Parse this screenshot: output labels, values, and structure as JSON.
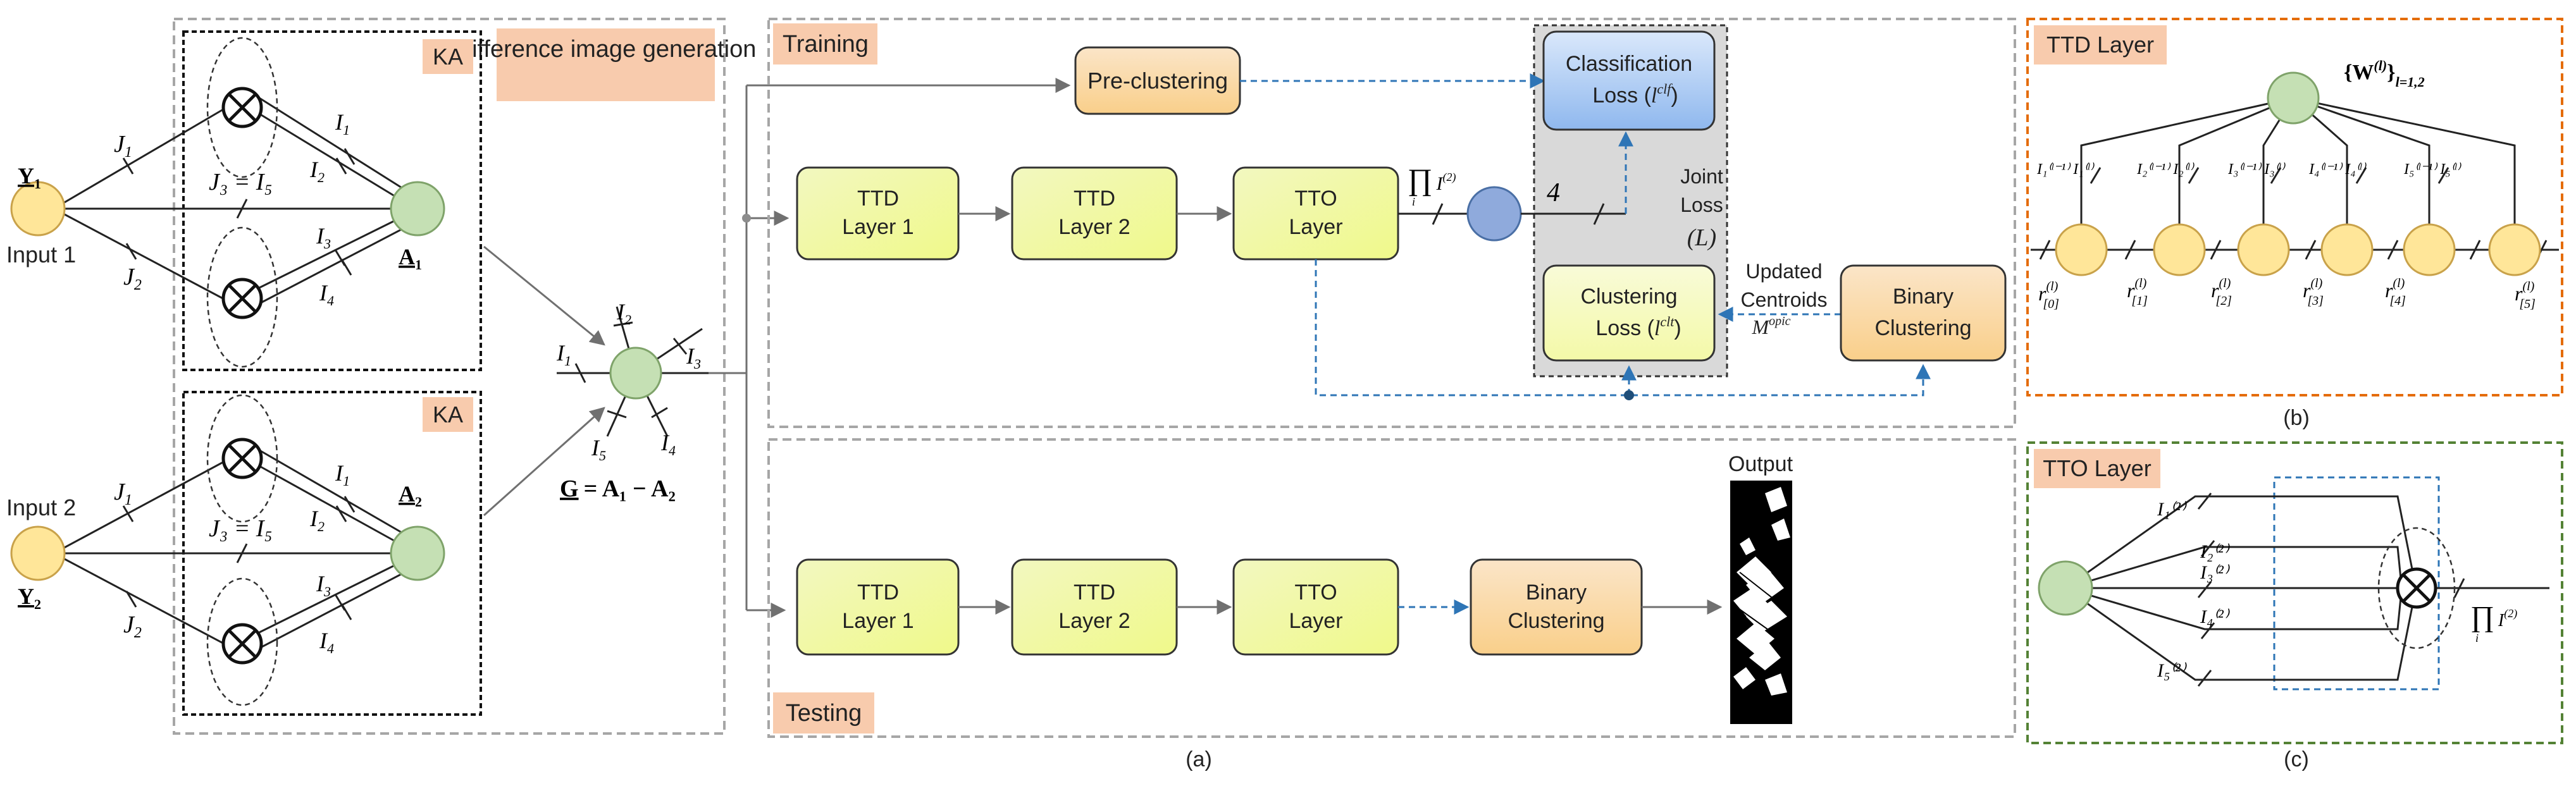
{
  "panel_labels": {
    "a": "(a)",
    "b": "(b)",
    "c": "(c)"
  },
  "left": {
    "diff_title": "Difference image generation",
    "ka_top": "KA",
    "ka_bottom": "KA",
    "input1": "Input 1",
    "input2": "Input 2",
    "Y": "Y",
    "J": "J",
    "I": "I",
    "A": "A",
    "G": "G",
    "j3_eq_i5": "J₃ = I₅",
    "g_eq": "= A₁ − A₂",
    "sub1": "1",
    "sub2": "2",
    "sub3": "3",
    "sub4": "4",
    "sub5": "5"
  },
  "training": {
    "tag": "Training",
    "preclustering": "Pre-clustering",
    "ttd1_l1": "TTD",
    "ttd1_l2": "Layer 1",
    "ttd2_l1": "TTD",
    "ttd2_l2": "Layer 2",
    "tto_l1": "TTO",
    "tto_l2": "Layer",
    "prod": "∏",
    "prod_i": "I",
    "prod_sup": "(2)",
    "prod_sub": "i",
    "four": "4",
    "class_l1": "Classification",
    "class_l2": "Loss (",
    "class_l": "l",
    "class_sup": "clf",
    "clust_l1": "Clustering",
    "clust_l2": "Loss (",
    "clust_l": "l",
    "clust_sup": "clt",
    "close_paren": ")",
    "joint_l1": "Joint",
    "joint_l2": "Loss",
    "joint_L": "(L)",
    "updated": "Updated",
    "centroids": "Centroids",
    "M": "M",
    "M_sup": "opic",
    "binary_l1": "Binary",
    "binary_l2": "Clustering"
  },
  "testing": {
    "tag": "Testing",
    "ttd1_l1": "TTD",
    "ttd1_l2": "Layer 1",
    "ttd2_l1": "TTD",
    "ttd2_l2": "Layer 2",
    "tto_l1": "TTO",
    "tto_l2": "Layer",
    "binary_l1": "Binary",
    "binary_l2": "Clustering",
    "output": "Output"
  },
  "ttd_layer": {
    "title": "TTD Layer",
    "w_set": "{W",
    "w_sup": "(l)",
    "w_close": "}",
    "w_range": "l=1,2",
    "r": "r",
    "r_sup": "(l)",
    "r_subs": [
      "[0]",
      "[1]",
      "[2]",
      "[3]",
      "[4]",
      "[5]"
    ],
    "i_labels": [
      "I₁⁽ˡ⁻¹⁾ I₁⁽ˡ⁾",
      "I₂⁽ˡ⁻¹⁾ I₂⁽ˡ⁾",
      "I₃⁽ˡ⁻¹⁾ I₃⁽ˡ⁾",
      "I₄⁽ˡ⁻¹⁾ I₄⁽ˡ⁾",
      "I₅⁽ˡ⁻¹⁾ I₅⁽ˡ⁾"
    ]
  },
  "tto_layer": {
    "title": "TTO Layer",
    "i_labels": [
      "I₁⁽²⁾",
      "I₂⁽²⁾",
      "I₃⁽²⁾",
      "I₄⁽²⁾",
      "I₅⁽²⁾"
    ],
    "prod": "∏",
    "prod_i": "I",
    "prod_sup": "(2)",
    "prod_sub": "i"
  },
  "colors": {
    "grey_box": "#a6a6a6",
    "tag_fill": "#f8cbad",
    "yellow_node": "#ffe699",
    "green_node": "#c5e0b4",
    "blue_node": "#8faadc",
    "orange_border": "#e46c0a",
    "green_border": "#548235",
    "blue_dash": "#2e75b6"
  }
}
